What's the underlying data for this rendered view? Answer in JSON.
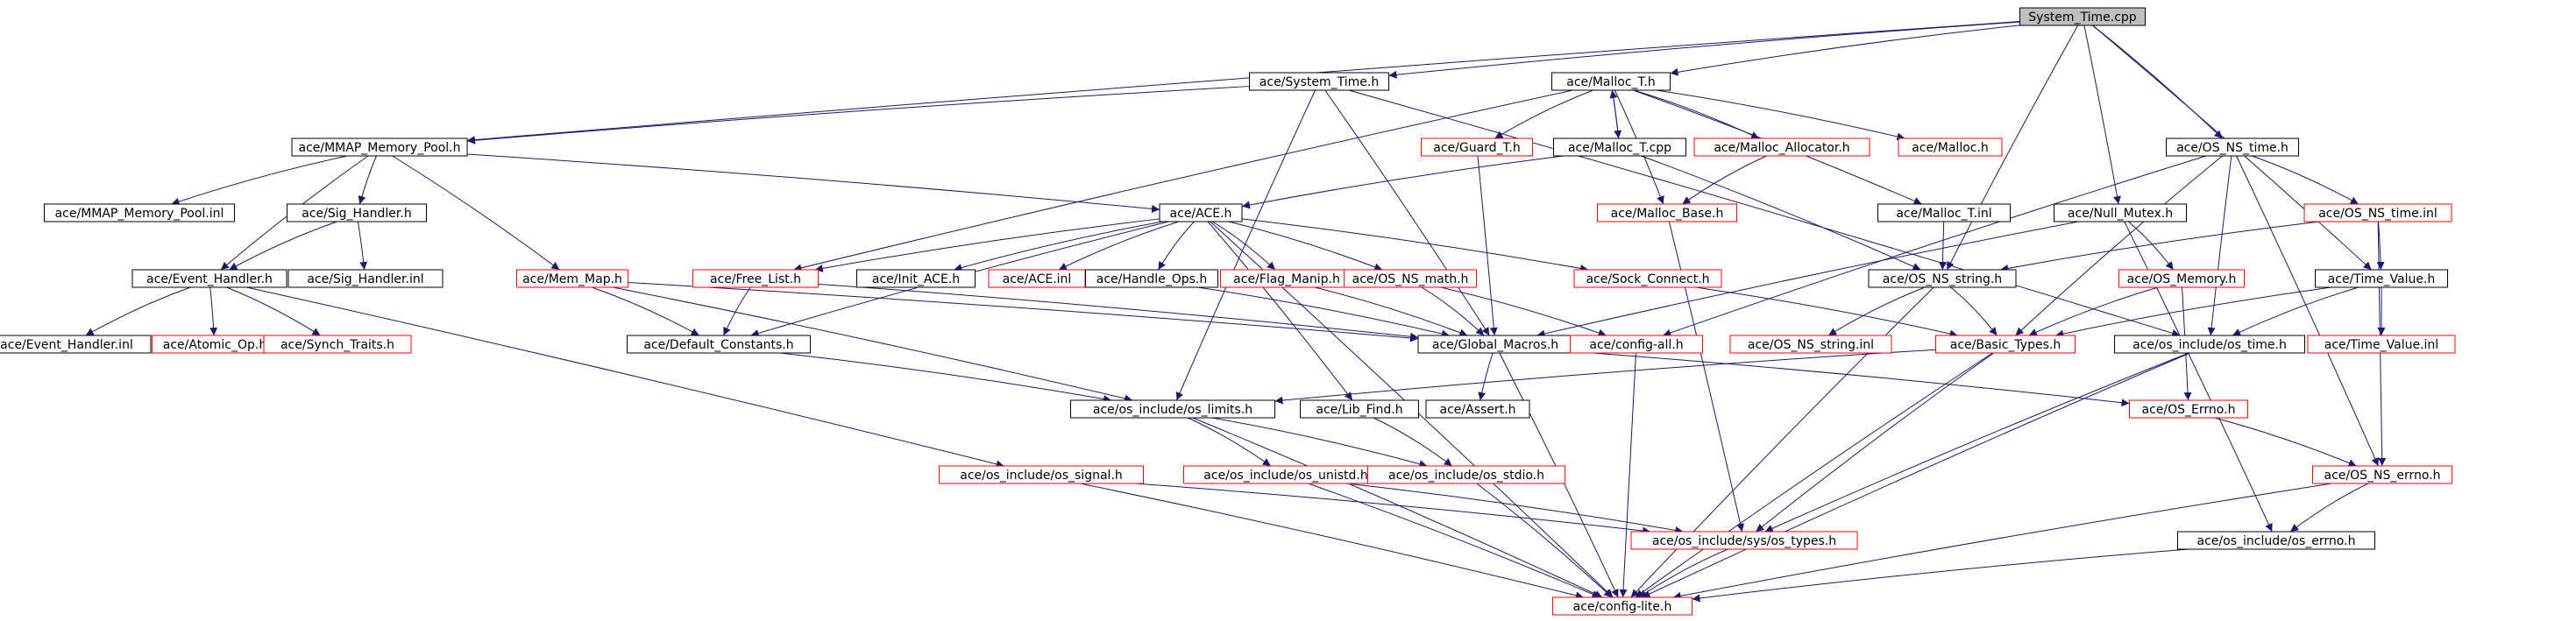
{
  "colors": {
    "edge": "#191970",
    "node_text": "#000000",
    "border_documented": "#000000",
    "border_undocumented": "#ff0000",
    "root_fill": "#bfbfbf",
    "node_fill": "#ffffff"
  },
  "graph": {
    "nodes": [
      {
        "id": "system_time_cpp",
        "label": "System_Time.cpp",
        "style": "root"
      },
      {
        "id": "ace_system_time_h",
        "label": "ace/System_Time.h",
        "style": "black"
      },
      {
        "id": "ace_malloc_t_h",
        "label": "ace/Malloc_T.h",
        "style": "black"
      },
      {
        "id": "ace_mmap_memory_pool_h",
        "label": "ace/MMAP_Memory_Pool.h",
        "style": "black"
      },
      {
        "id": "ace_guard_t_h",
        "label": "ace/Guard_T.h",
        "style": "red"
      },
      {
        "id": "ace_malloc_t_cpp",
        "label": "ace/Malloc_T.cpp",
        "style": "black"
      },
      {
        "id": "ace_malloc_allocator_h",
        "label": "ace/Malloc_Allocator.h",
        "style": "red"
      },
      {
        "id": "ace_malloc_h",
        "label": "ace/Malloc.h",
        "style": "red"
      },
      {
        "id": "ace_os_ns_time_h",
        "label": "ace/OS_NS_time.h",
        "style": "black"
      },
      {
        "id": "ace_mmap_memory_pool_inl",
        "label": "ace/MMAP_Memory_Pool.inl",
        "style": "black"
      },
      {
        "id": "ace_sig_handler_h",
        "label": "ace/Sig_Handler.h",
        "style": "black"
      },
      {
        "id": "ace_ace_h",
        "label": "ace/ACE.h",
        "style": "black"
      },
      {
        "id": "ace_malloc_base_h",
        "label": "ace/Malloc_Base.h",
        "style": "red"
      },
      {
        "id": "ace_malloc_t_inl",
        "label": "ace/Malloc_T.inl",
        "style": "black"
      },
      {
        "id": "ace_null_mutex_h",
        "label": "ace/Null_Mutex.h",
        "style": "black"
      },
      {
        "id": "ace_os_ns_time_inl",
        "label": "ace/OS_NS_time.inl",
        "style": "red"
      },
      {
        "id": "ace_event_handler_h",
        "label": "ace/Event_Handler.h",
        "style": "black"
      },
      {
        "id": "ace_sig_handler_inl",
        "label": "ace/Sig_Handler.inl",
        "style": "black"
      },
      {
        "id": "ace_mem_map_h",
        "label": "ace/Mem_Map.h",
        "style": "red"
      },
      {
        "id": "ace_free_list_h",
        "label": "ace/Free_List.h",
        "style": "red"
      },
      {
        "id": "ace_init_ace_h",
        "label": "ace/Init_ACE.h",
        "style": "black"
      },
      {
        "id": "ace_ace_inl",
        "label": "ace/ACE.inl",
        "style": "red"
      },
      {
        "id": "ace_handle_ops_h",
        "label": "ace/Handle_Ops.h",
        "style": "black"
      },
      {
        "id": "ace_flag_manip_h",
        "label": "ace/Flag_Manip.h",
        "style": "red"
      },
      {
        "id": "ace_os_ns_math_h",
        "label": "ace/OS_NS_math.h",
        "style": "red"
      },
      {
        "id": "ace_sock_connect_h",
        "label": "ace/Sock_Connect.h",
        "style": "red"
      },
      {
        "id": "ace_os_ns_string_h",
        "label": "ace/OS_NS_string.h",
        "style": "black"
      },
      {
        "id": "ace_os_memory_h",
        "label": "ace/OS_Memory.h",
        "style": "red"
      },
      {
        "id": "ace_time_value_h",
        "label": "ace/Time_Value.h",
        "style": "black"
      },
      {
        "id": "ace_event_handler_inl",
        "label": "ace/Event_Handler.inl",
        "style": "black"
      },
      {
        "id": "ace_atomic_op_h",
        "label": "ace/Atomic_Op.h",
        "style": "red"
      },
      {
        "id": "ace_synch_traits_h",
        "label": "ace/Synch_Traits.h",
        "style": "red"
      },
      {
        "id": "ace_default_constants_h",
        "label": "ace/Default_Constants.h",
        "style": "black"
      },
      {
        "id": "ace_global_macros_h",
        "label": "ace/Global_Macros.h",
        "style": "black"
      },
      {
        "id": "ace_config_all_h",
        "label": "ace/config-all.h",
        "style": "red"
      },
      {
        "id": "ace_os_ns_string_inl",
        "label": "ace/OS_NS_string.inl",
        "style": "red"
      },
      {
        "id": "ace_basic_types_h",
        "label": "ace/Basic_Types.h",
        "style": "red"
      },
      {
        "id": "ace_os_include_os_time_h",
        "label": "ace/os_include/os_time.h",
        "style": "black"
      },
      {
        "id": "ace_time_value_inl",
        "label": "ace/Time_Value.inl",
        "style": "red"
      },
      {
        "id": "ace_os_include_os_limits_h",
        "label": "ace/os_include/os_limits.h",
        "style": "black"
      },
      {
        "id": "ace_lib_find_h",
        "label": "ace/Lib_Find.h",
        "style": "black"
      },
      {
        "id": "ace_assert_h",
        "label": "ace/Assert.h",
        "style": "black"
      },
      {
        "id": "ace_os_errno_h",
        "label": "ace/OS_Errno.h",
        "style": "red"
      },
      {
        "id": "ace_os_include_os_signal_h",
        "label": "ace/os_include/os_signal.h",
        "style": "red"
      },
      {
        "id": "ace_os_include_os_unistd_h",
        "label": "ace/os_include/os_unistd.h",
        "style": "red"
      },
      {
        "id": "ace_os_include_os_stdio_h",
        "label": "ace/os_include/os_stdio.h",
        "style": "red"
      },
      {
        "id": "ace_os_ns_errno_h",
        "label": "ace/OS_NS_errno.h",
        "style": "red"
      },
      {
        "id": "ace_os_include_sys_os_types_h",
        "label": "ace/os_include/sys/os_types.h",
        "style": "red"
      },
      {
        "id": "ace_os_include_os_errno_h",
        "label": "ace/os_include/os_errno.h",
        "style": "black"
      },
      {
        "id": "ace_config_lite_h",
        "label": "ace/config-lite.h",
        "style": "red"
      }
    ],
    "edges": [
      [
        "system_time_cpp",
        "ace_system_time_h"
      ],
      [
        "system_time_cpp",
        "ace_malloc_t_h"
      ],
      [
        "system_time_cpp",
        "ace_mmap_memory_pool_h"
      ],
      [
        "system_time_cpp",
        "ace_os_ns_time_h"
      ],
      [
        "system_time_cpp",
        "ace_null_mutex_h"
      ],
      [
        "system_time_cpp",
        "ace_os_ns_string_h"
      ],
      [
        "system_time_cpp",
        "ace_time_value_h"
      ],
      [
        "ace_system_time_h",
        "ace_mmap_memory_pool_h"
      ],
      [
        "ace_system_time_h",
        "ace_global_macros_h"
      ],
      [
        "ace_system_time_h",
        "ace_os_include_os_limits_h"
      ],
      [
        "ace_system_time_h",
        "ace_os_include_os_time_h"
      ],
      [
        "ace_malloc_t_h",
        "ace_guard_t_h"
      ],
      [
        "ace_malloc_t_h",
        "ace_malloc_t_cpp"
      ],
      [
        "ace_malloc_t_h",
        "ace_malloc_allocator_h"
      ],
      [
        "ace_malloc_t_h",
        "ace_malloc_h"
      ],
      [
        "ace_malloc_t_h",
        "ace_malloc_base_h"
      ],
      [
        "ace_malloc_t_h",
        "ace_malloc_t_inl"
      ],
      [
        "ace_malloc_t_h",
        "ace_free_list_h"
      ],
      [
        "ace_malloc_t_cpp",
        "ace_malloc_t_h"
      ],
      [
        "ace_malloc_t_cpp",
        "ace_ace_h"
      ],
      [
        "ace_malloc_t_cpp",
        "ace_os_ns_string_h"
      ],
      [
        "ace_malloc_allocator_h",
        "ace_malloc_base_h"
      ],
      [
        "ace_mmap_memory_pool_h",
        "ace_mmap_memory_pool_inl"
      ],
      [
        "ace_mmap_memory_pool_h",
        "ace_sig_handler_h"
      ],
      [
        "ace_mmap_memory_pool_h",
        "ace_event_handler_h"
      ],
      [
        "ace_mmap_memory_pool_h",
        "ace_mem_map_h"
      ],
      [
        "ace_mmap_memory_pool_h",
        "ace_ace_h"
      ],
      [
        "ace_sig_handler_h",
        "ace_sig_handler_inl"
      ],
      [
        "ace_sig_handler_h",
        "ace_event_handler_h"
      ],
      [
        "ace_event_handler_h",
        "ace_event_handler_inl"
      ],
      [
        "ace_event_handler_h",
        "ace_atomic_op_h"
      ],
      [
        "ace_event_handler_h",
        "ace_synch_traits_h"
      ],
      [
        "ace_event_handler_h",
        "ace_os_include_os_signal_h"
      ],
      [
        "ace_mem_map_h",
        "ace_default_constants_h"
      ],
      [
        "ace_mem_map_h",
        "ace_global_macros_h"
      ],
      [
        "ace_mem_map_h",
        "ace_os_include_os_limits_h"
      ],
      [
        "ace_ace_h",
        "ace_free_list_h"
      ],
      [
        "ace_ace_h",
        "ace_init_ace_h"
      ],
      [
        "ace_ace_h",
        "ace_ace_inl"
      ],
      [
        "ace_ace_h",
        "ace_handle_ops_h"
      ],
      [
        "ace_ace_h",
        "ace_flag_manip_h"
      ],
      [
        "ace_ace_h",
        "ace_os_ns_math_h"
      ],
      [
        "ace_ace_h",
        "ace_sock_connect_h"
      ],
      [
        "ace_ace_h",
        "ace_default_constants_h"
      ],
      [
        "ace_ace_h",
        "ace_lib_find_h"
      ],
      [
        "ace_ace_h",
        "ace_config_lite_h"
      ],
      [
        "ace_free_list_h",
        "ace_default_constants_h"
      ],
      [
        "ace_free_list_h",
        "ace_global_macros_h"
      ],
      [
        "ace_handle_ops_h",
        "ace_global_macros_h"
      ],
      [
        "ace_flag_manip_h",
        "ace_global_macros_h"
      ],
      [
        "ace_os_ns_math_h",
        "ace_global_macros_h"
      ],
      [
        "ace_os_ns_math_h",
        "ace_config_all_h"
      ],
      [
        "ace_sock_connect_h",
        "ace_basic_types_h"
      ],
      [
        "ace_guard_t_h",
        "ace_global_macros_h"
      ],
      [
        "ace_malloc_base_h",
        "ace_os_include_sys_os_types_h"
      ],
      [
        "ace_malloc_t_inl",
        "ace_os_ns_string_h"
      ],
      [
        "ace_null_mutex_h",
        "ace_os_memory_h"
      ],
      [
        "ace_null_mutex_h",
        "ace_global_macros_h"
      ],
      [
        "ace_null_mutex_h",
        "ace_os_include_os_errno_h"
      ],
      [
        "ace_os_ns_time_h",
        "ace_os_ns_time_inl"
      ],
      [
        "ace_os_ns_time_h",
        "ace_basic_types_h"
      ],
      [
        "ace_os_ns_time_h",
        "ace_os_include_os_time_h"
      ],
      [
        "ace_os_ns_time_h",
        "ace_config_all_h"
      ],
      [
        "ace_os_ns_time_h",
        "ace_os_ns_errno_h"
      ],
      [
        "ace_os_ns_time_inl",
        "ace_os_ns_string_h"
      ],
      [
        "ace_os_ns_time_inl",
        "ace_time_value_h"
      ],
      [
        "ace_os_ns_time_inl",
        "ace_os_ns_errno_h"
      ],
      [
        "ace_os_memory_h",
        "ace_basic_types_h"
      ],
      [
        "ace_os_memory_h",
        "ace_os_errno_h"
      ],
      [
        "ace_os_ns_string_h",
        "ace_os_ns_string_inl"
      ],
      [
        "ace_os_ns_string_h",
        "ace_basic_types_h"
      ],
      [
        "ace_os_ns_string_h",
        "ace_config_lite_h"
      ],
      [
        "ace_time_value_h",
        "ace_time_value_inl"
      ],
      [
        "ace_time_value_h",
        "ace_basic_types_h"
      ],
      [
        "ace_time_value_h",
        "ace_os_include_os_time_h"
      ],
      [
        "ace_default_constants_h",
        "ace_os_include_os_limits_h"
      ],
      [
        "ace_global_macros_h",
        "ace_assert_h"
      ],
      [
        "ace_global_macros_h",
        "ace_os_errno_h"
      ],
      [
        "ace_global_macros_h",
        "ace_config_lite_h"
      ],
      [
        "ace_config_all_h",
        "ace_config_lite_h"
      ],
      [
        "ace_basic_types_h",
        "ace_os_include_os_limits_h"
      ],
      [
        "ace_basic_types_h",
        "ace_os_include_sys_os_types_h"
      ],
      [
        "ace_basic_types_h",
        "ace_config_lite_h"
      ],
      [
        "ace_os_include_os_time_h",
        "ace_os_include_sys_os_types_h"
      ],
      [
        "ace_os_include_os_time_h",
        "ace_config_lite_h"
      ],
      [
        "ace_os_include_os_limits_h",
        "ace_os_include_os_unistd_h"
      ],
      [
        "ace_os_include_os_limits_h",
        "ace_os_include_os_stdio_h"
      ],
      [
        "ace_os_include_os_limits_h",
        "ace_config_lite_h"
      ],
      [
        "ace_lib_find_h",
        "ace_os_include_os_stdio_h"
      ],
      [
        "ace_os_errno_h",
        "ace_os_ns_errno_h"
      ],
      [
        "ace_os_include_os_signal_h",
        "ace_os_include_sys_os_types_h"
      ],
      [
        "ace_os_include_os_signal_h",
        "ace_config_lite_h"
      ],
      [
        "ace_os_include_os_unistd_h",
        "ace_os_include_sys_os_types_h"
      ],
      [
        "ace_os_include_os_unistd_h",
        "ace_config_lite_h"
      ],
      [
        "ace_os_include_os_stdio_h",
        "ace_config_lite_h"
      ],
      [
        "ace_os_ns_errno_h",
        "ace_os_include_os_errno_h"
      ],
      [
        "ace_os_ns_errno_h",
        "ace_config_lite_h"
      ],
      [
        "ace_os_include_sys_os_types_h",
        "ace_config_lite_h"
      ],
      [
        "ace_os_include_os_errno_h",
        "ace_config_lite_h"
      ]
    ]
  }
}
